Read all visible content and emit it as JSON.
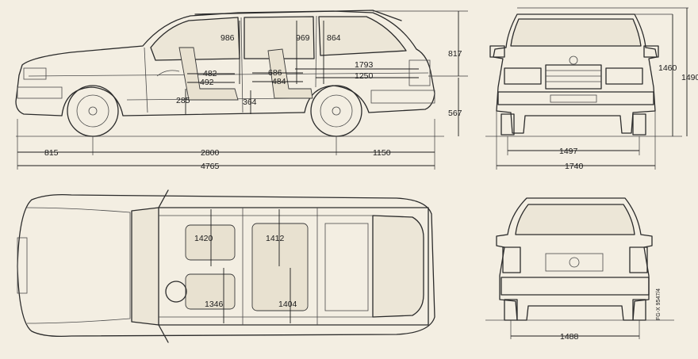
{
  "drawing": {
    "side_view": {
      "dimensions": {
        "headroom_front": "986",
        "headroom_rear": "969",
        "headroom_cargo": "864",
        "front_leg_1": "482",
        "front_leg_2": "492",
        "seat_height_front": "285",
        "rear_leg_1": "686",
        "rear_leg_2": "484",
        "seat_height_rear": "364",
        "cargo_length_1": "1793",
        "cargo_length_2": "1250",
        "roof_height": "817",
        "ground_to_belt": "567",
        "front_overhang": "815",
        "wheelbase": "2800",
        "rear_overhang": "1150",
        "overall_length": "4765"
      }
    },
    "front_view": {
      "dimensions": {
        "overall_height": "1460",
        "height_with_rails": "1490",
        "front_track": "1497",
        "overall_width": "1740"
      }
    },
    "top_view": {
      "dimensions": {
        "front_shoulder_width": "1420",
        "rear_shoulder_width": "1412",
        "front_hip_width": "1346",
        "rear_hip_width": "1404"
      }
    },
    "rear_view": {
      "dimensions": {
        "rear_track": "1488"
      },
      "drawing_code": "FG-X 9547/4"
    }
  }
}
